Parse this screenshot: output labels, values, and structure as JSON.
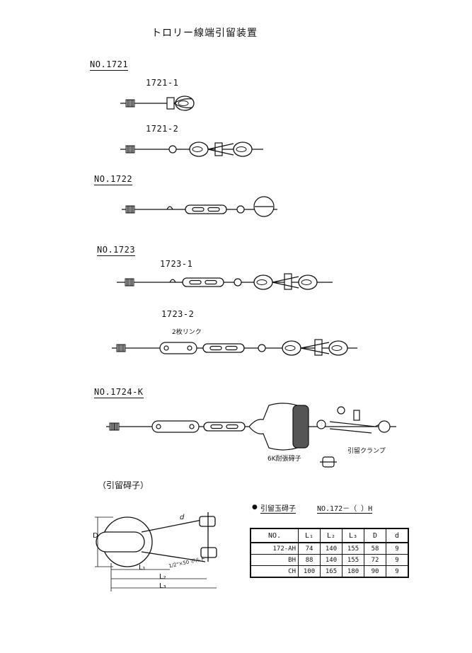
{
  "title": "トロリー線端引留装置",
  "sections": {
    "s1721": {
      "label": "NO.1721",
      "items": [
        "1721-1",
        "1721-2"
      ]
    },
    "s1722": {
      "label": "NO.1722"
    },
    "s1723": {
      "label": "NO.1723",
      "items": [
        "1723-1",
        "1723-2"
      ],
      "link_label": "2枚リンク"
    },
    "s1724": {
      "label": "NO.1724-K",
      "insulator_label": "6K耐張碍子",
      "clamp_label": "引留クランプ"
    }
  },
  "detail": {
    "heading": "（引留碍子）",
    "dims": {
      "D": "D",
      "d": "d",
      "L1": "L₁",
      "L2": "L₂",
      "L3": "L₃",
      "bolt": "1/2\"×50 ボルト"
    }
  },
  "spec": {
    "bullet": "●",
    "name": "引留玉碍子",
    "code": "NO.172－（ ）H",
    "columns": [
      "NO.",
      "L₁",
      "L₂",
      "L₃",
      "D",
      "d"
    ],
    "rows": [
      [
        "172-AH",
        "74",
        "140",
        "155",
        "58",
        "9"
      ],
      [
        "BH",
        "88",
        "140",
        "155",
        "72",
        "9"
      ],
      [
        "CH",
        "100",
        "165",
        "180",
        "90",
        "9"
      ]
    ]
  }
}
